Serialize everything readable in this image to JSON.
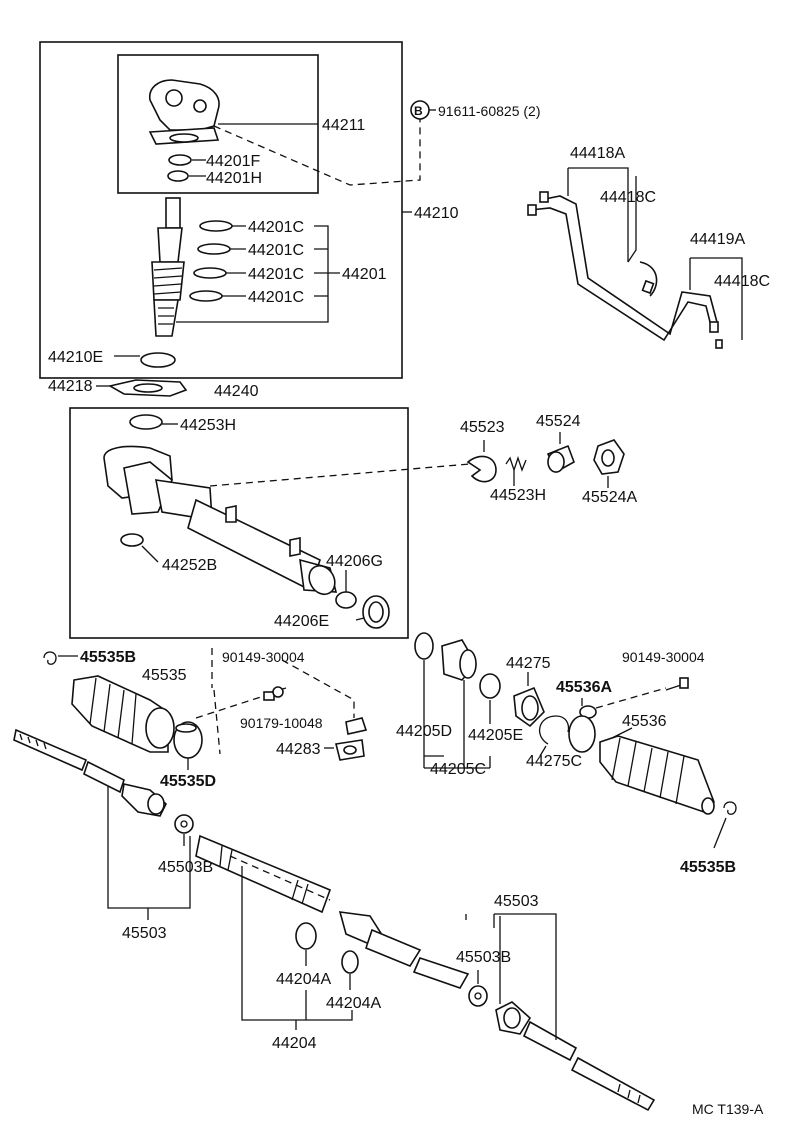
{
  "labels": {
    "p44211": "44211",
    "p44201F": "44201F",
    "p44201H": "44201H",
    "p91611": "91611-60825 (2)",
    "bolt_ref": "B",
    "p44210": "44210",
    "p44201C_1": "44201C",
    "p44201C_2": "44201C",
    "p44201C_3": "44201C",
    "p44201C_4": "44201C",
    "p44201": "44201",
    "p44210E": "44210E",
    "p44218": "44218",
    "p44240": "44240",
    "p44253H": "44253H",
    "p44252B": "44252B",
    "p44206G": "44206G",
    "p44206E": "44206E",
    "p44418A": "44418A",
    "p44418C_1": "44418C",
    "p44419A": "44419A",
    "p44418C_2": "44418C",
    "p45523": "45523",
    "p45524": "45524",
    "p44523H": "44523H",
    "p45524A": "45524A",
    "p45535B_1": "45535B",
    "p45535": "45535",
    "p90149_1": "90149-30004",
    "p90179": "90179-10048",
    "p44283": "44283",
    "p45535D": "45535D",
    "p44205D": "44205D",
    "p44205E": "44205E",
    "p44205C": "44205C",
    "p44275": "44275",
    "p44275C": "44275C",
    "p90149_2": "90149-30004",
    "p45536A": "45536A",
    "p45536": "45536",
    "p45535B_2": "45535B",
    "p45503B_1": "45503B",
    "p45503_1": "45503",
    "p45503_2": "45503",
    "p45503B_2": "45503B",
    "p44204A_1": "44204A",
    "p44204A_2": "44204A",
    "p44204": "44204",
    "ref_code": "MC T139-A"
  }
}
